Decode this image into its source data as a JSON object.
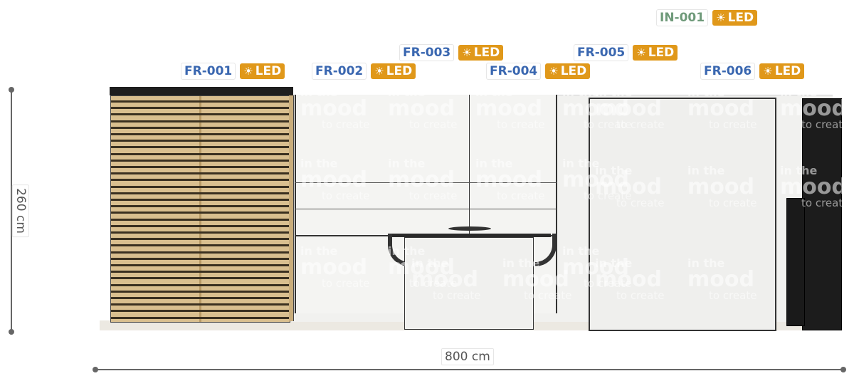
{
  "colors": {
    "fr_code": "#3a67b0",
    "in_code": "#6f9a7a",
    "led_badge": "#e0981a",
    "dimension": "#666666"
  },
  "tags": [
    {
      "code": "FR-001",
      "led": "LED",
      "kind": "fr"
    },
    {
      "code": "FR-002",
      "led": "LED",
      "kind": "fr"
    },
    {
      "code": "FR-003",
      "led": "LED",
      "kind": "fr"
    },
    {
      "code": "FR-004",
      "led": "LED",
      "kind": "fr"
    },
    {
      "code": "FR-005",
      "led": "LED",
      "kind": "fr"
    },
    {
      "code": "FR-006",
      "led": "LED",
      "kind": "fr"
    },
    {
      "code": "IN-001",
      "led": "LED",
      "kind": "in"
    }
  ],
  "icons": {
    "led": "sun-icon"
  },
  "dimensions": {
    "height": "260 cm",
    "width": "800 cm"
  },
  "watermark": {
    "line1": "in the",
    "line2": "mood",
    "line3": "to create"
  }
}
